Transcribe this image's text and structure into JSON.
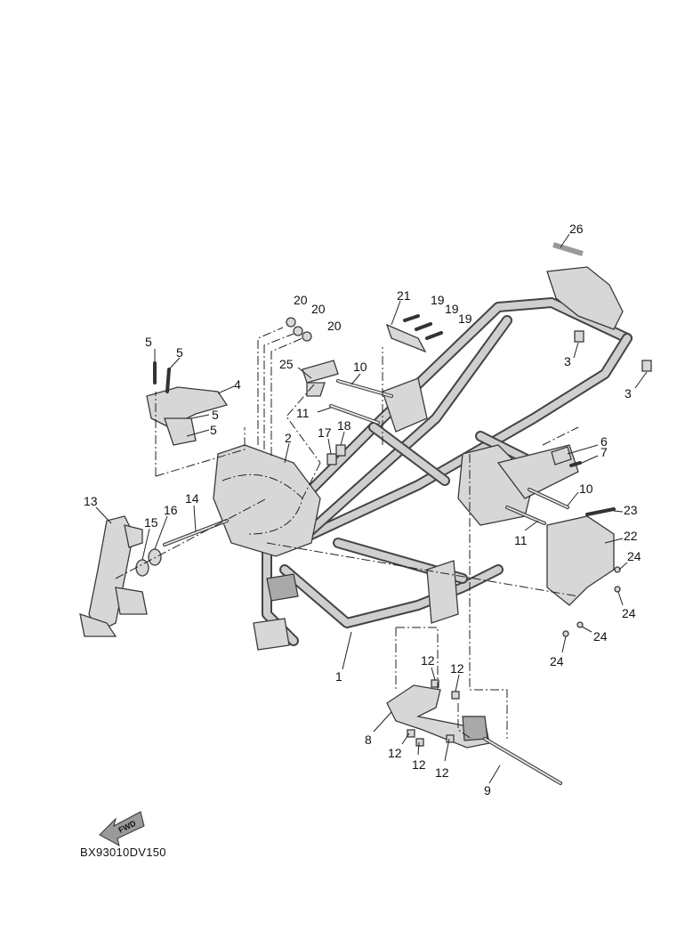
{
  "diagram": {
    "drawing_code": "BX93010DV150",
    "fwd_label": "FWD",
    "callouts": [
      {
        "id": "c26",
        "text": "26"
      },
      {
        "id": "c20a",
        "text": "20"
      },
      {
        "id": "c20b",
        "text": "20"
      },
      {
        "id": "c20c",
        "text": "20"
      },
      {
        "id": "c21",
        "text": "21"
      },
      {
        "id": "c19a",
        "text": "19"
      },
      {
        "id": "c19b",
        "text": "19"
      },
      {
        "id": "c19c",
        "text": "19"
      },
      {
        "id": "c5a",
        "text": "5"
      },
      {
        "id": "c5b",
        "text": "5"
      },
      {
        "id": "c4",
        "text": "4"
      },
      {
        "id": "c5c",
        "text": "5"
      },
      {
        "id": "c5d",
        "text": "5"
      },
      {
        "id": "c25",
        "text": "25"
      },
      {
        "id": "c10a",
        "text": "10"
      },
      {
        "id": "c11a",
        "text": "11"
      },
      {
        "id": "c3a",
        "text": "3"
      },
      {
        "id": "c3b",
        "text": "3"
      },
      {
        "id": "c17",
        "text": "17"
      },
      {
        "id": "c18",
        "text": "18"
      },
      {
        "id": "c2",
        "text": "2"
      },
      {
        "id": "c6",
        "text": "6"
      },
      {
        "id": "c7",
        "text": "7"
      },
      {
        "id": "c13",
        "text": "13"
      },
      {
        "id": "c14",
        "text": "14"
      },
      {
        "id": "c15",
        "text": "15"
      },
      {
        "id": "c16",
        "text": "16"
      },
      {
        "id": "c10b",
        "text": "10"
      },
      {
        "id": "c23",
        "text": "23"
      },
      {
        "id": "c11b",
        "text": "11"
      },
      {
        "id": "c22",
        "text": "22"
      },
      {
        "id": "c24a",
        "text": "24"
      },
      {
        "id": "c24b",
        "text": "24"
      },
      {
        "id": "c24c",
        "text": "24"
      },
      {
        "id": "c24d",
        "text": "24"
      },
      {
        "id": "c1",
        "text": "1"
      },
      {
        "id": "c12a",
        "text": "12"
      },
      {
        "id": "c12b",
        "text": "12"
      },
      {
        "id": "c8",
        "text": "8"
      },
      {
        "id": "c12c",
        "text": "12"
      },
      {
        "id": "c12d",
        "text": "12"
      },
      {
        "id": "c12e",
        "text": "12"
      },
      {
        "id": "c9",
        "text": "9"
      }
    ]
  }
}
